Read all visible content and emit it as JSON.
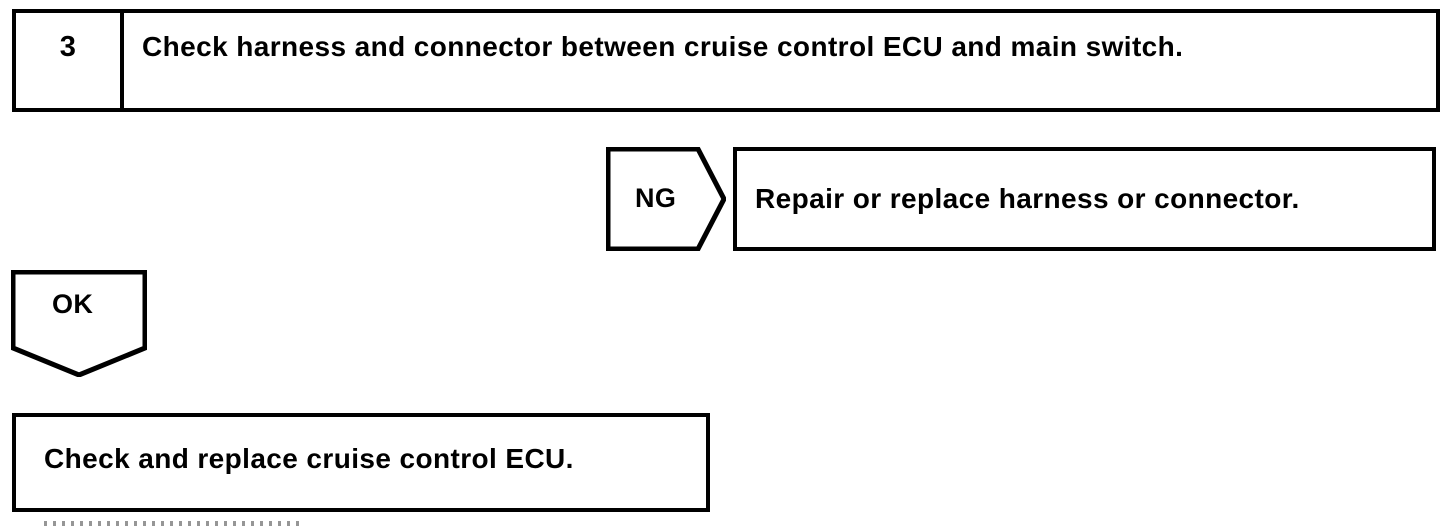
{
  "document": {
    "type": "troubleshooting-flowchart",
    "ink_color": "#000000",
    "background_color": "#ffffff"
  },
  "step": {
    "number": "3",
    "description": "Check harness and connector between cruise control ECU and main switch."
  },
  "branches": [
    {
      "result_label": "NG",
      "direction": "right",
      "action": "Repair or replace harness or connector."
    },
    {
      "result_label": "OK",
      "direction": "down",
      "action": "Check and replace cruise control ECU."
    }
  ],
  "ng_branch": {
    "label": "NG",
    "action": "Repair or replace harness or connector."
  },
  "ok_branch": {
    "label": "OK",
    "action": "Check and replace cruise control ECU."
  }
}
